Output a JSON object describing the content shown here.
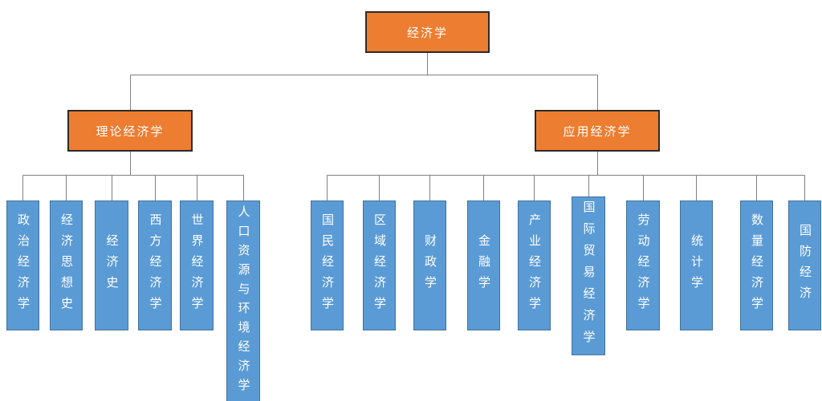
{
  "tree": {
    "root": {
      "label": "经济学"
    },
    "branches": [
      {
        "label": "理论经济学",
        "children": [
          "政治经济学",
          "经济思想史",
          "经济史",
          "西方经济学",
          "世界经济学",
          "人口资源与环境经济学"
        ]
      },
      {
        "label": "应用经济学",
        "children": [
          "国民经济学",
          "区域经济学",
          "财政学",
          "金融学",
          "产业经济学",
          "国际贸易经济学",
          "劳动经济学",
          "统计学",
          "数量经济学",
          "国防经济"
        ]
      }
    ]
  },
  "colors": {
    "branch_fill": "#ED7D31",
    "branch_border": "#2B2B2B",
    "leaf_fill": "#5B9BD5",
    "leaf_border": "#41719C",
    "connector": "#808080",
    "text": "#FFFFFF",
    "background": "#FFFFFF"
  }
}
